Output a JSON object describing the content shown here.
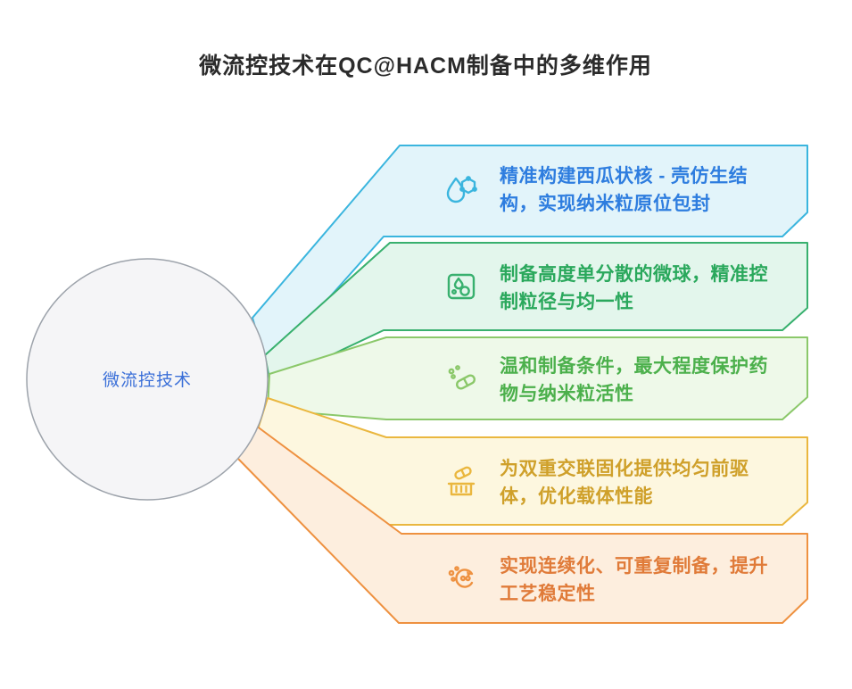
{
  "title": "微流控技术在QC@HACM制备中的多维作用",
  "center_circle": {
    "label": "微流控技术",
    "fill": "#f5f5f7",
    "stroke": "#9da3ab",
    "label_color": "#3a6fd8"
  },
  "bands": [
    {
      "icon": "droplet-molecule-icon",
      "fill": "#e2f4fa",
      "stroke": "#3ab5de",
      "text_color": "#2e7ddf",
      "lines": [
        "精准构建西瓜状核 - 壳仿生结",
        "构，实现纳米粒原位包封"
      ]
    },
    {
      "icon": "microfluidic-chip-icon",
      "fill": "#e3f6ec",
      "stroke": "#38b06e",
      "text_color": "#2aa85c",
      "lines": [
        "制备高度单分散的微球，精准控",
        "制粒径与均一性"
      ]
    },
    {
      "icon": "particles-capsule-icon",
      "fill": "#eef9e9",
      "stroke": "#8bc86a",
      "text_color": "#4cb04c",
      "lines": [
        "温和制备条件，最大程度保护药",
        "物与纳米粒活性"
      ]
    },
    {
      "icon": "pill-basket-icon",
      "fill": "#fdf7df",
      "stroke": "#eab73f",
      "text_color": "#cfa02a",
      "lines": [
        "为双重交联固化提供均匀前驱",
        "体，优化载体性能"
      ]
    },
    {
      "icon": "cycle-arrows-icon",
      "fill": "#fdeede",
      "stroke": "#ee9140",
      "text_color": "#e07b39",
      "lines": [
        "实现连续化、可重复制备，提升",
        "工艺稳定性"
      ]
    }
  ]
}
